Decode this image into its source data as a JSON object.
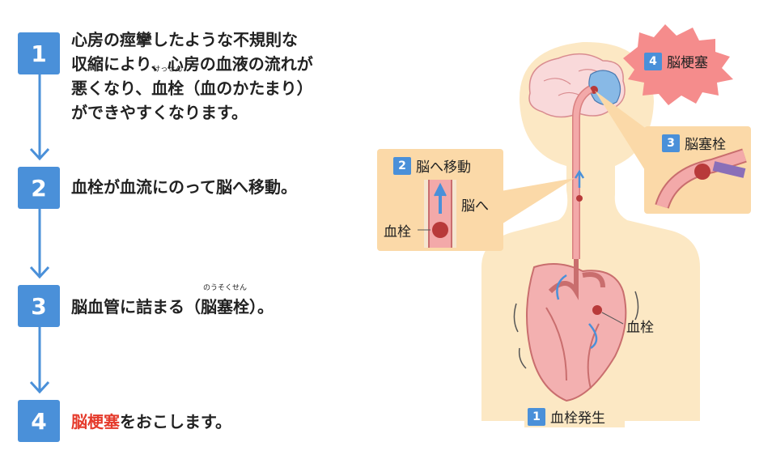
{
  "steps": [
    {
      "num": "1",
      "line1": "心房の痙攣したような不規則な",
      "line2": "収縮により、心房の血液の流れが",
      "line3_a": "悪くなり、",
      "line3_word": "血栓",
      "line3_ruby": "けっせん",
      "line3_b": "（血のかたまり）",
      "line4": "ができやすくなります。"
    },
    {
      "num": "2",
      "text": "血栓が血流にのって脳へ移動。"
    },
    {
      "num": "3",
      "text_a": "脳血管に詰まる（",
      "word": "脳塞栓",
      "ruby": "のうそくせん",
      "text_b": "）。"
    },
    {
      "num": "4",
      "highlight": "脳梗塞",
      "text": "をおこします。"
    }
  ],
  "figure": {
    "callout2": {
      "num": "2",
      "title": "脳へ移動",
      "to_brain": "脳へ",
      "clot": "血栓"
    },
    "callout3": {
      "num": "3",
      "title": "脳塞栓"
    },
    "burst": {
      "num": "4",
      "title": "脳梗塞"
    },
    "heart_clot": "血栓",
    "origin": {
      "num": "1",
      "title": "血栓発生"
    }
  },
  "colors": {
    "accent": "#4a90d9",
    "highlight": "#e53b2c",
    "body": "#fce8c4",
    "callout": "#fbd9a8",
    "vessel": "#f3a9a9",
    "clot": "#b83a3a"
  }
}
